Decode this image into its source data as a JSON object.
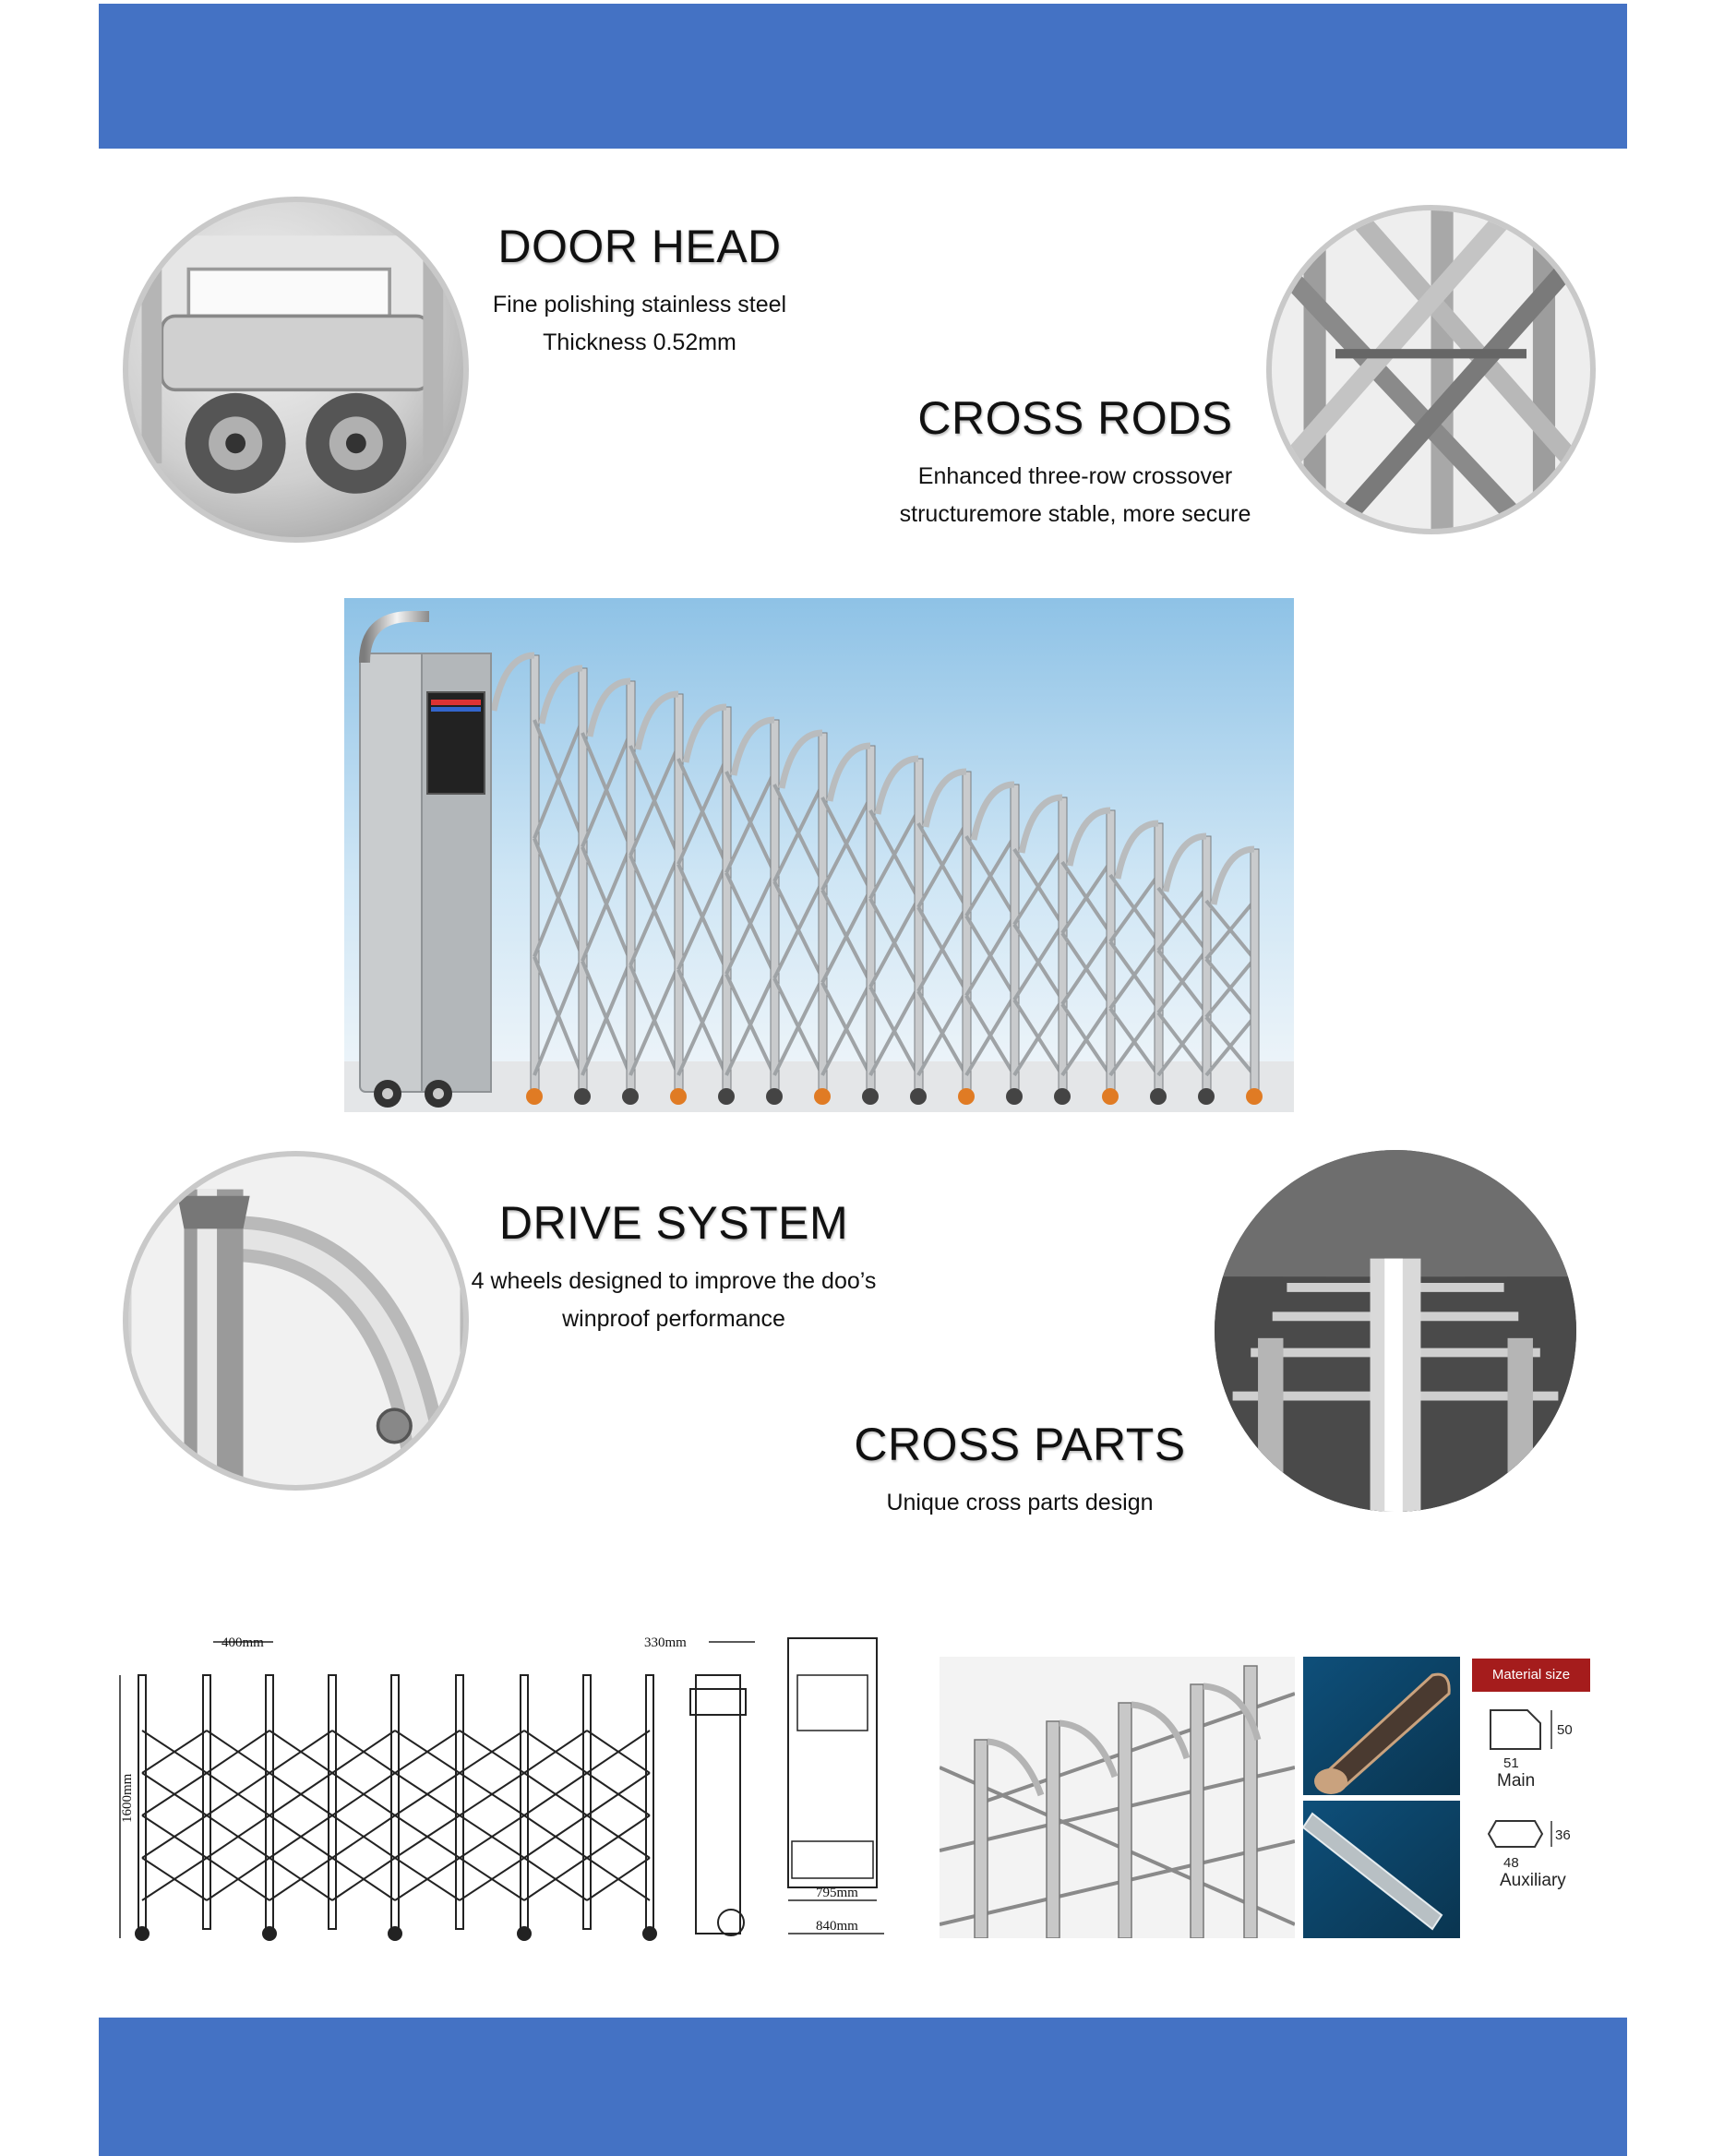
{
  "features": [
    {
      "title": "DOOR HEAD",
      "lines": [
        "Fine polishing stainless steel",
        "Thickness 0.52mm"
      ]
    },
    {
      "title": "CROSS RODS",
      "lines": [
        "Enhanced three-row crossover",
        "structuremore stable, more secure"
      ]
    },
    {
      "title": "DRIVE  SYSTEM",
      "lines": [
        "4 wheels designed to improve the doo’s",
        "winproof performance"
      ]
    },
    {
      "title": "CROSS PARTS",
      "lines": [
        "Unique cross parts design"
      ]
    }
  ],
  "drawing": {
    "pitch": "400mm",
    "head": "330mm",
    "height": "1600mm",
    "base_inner": "795mm",
    "base_outer": "840mm"
  },
  "material": {
    "header": "Material size",
    "main": {
      "label": "Main",
      "width": "51",
      "height": "50"
    },
    "auxiliary": {
      "label": "Auxiliary",
      "width": "48",
      "height": "36"
    }
  },
  "colors": {
    "band": "#4472c4",
    "material_header": "#a51c1c"
  }
}
